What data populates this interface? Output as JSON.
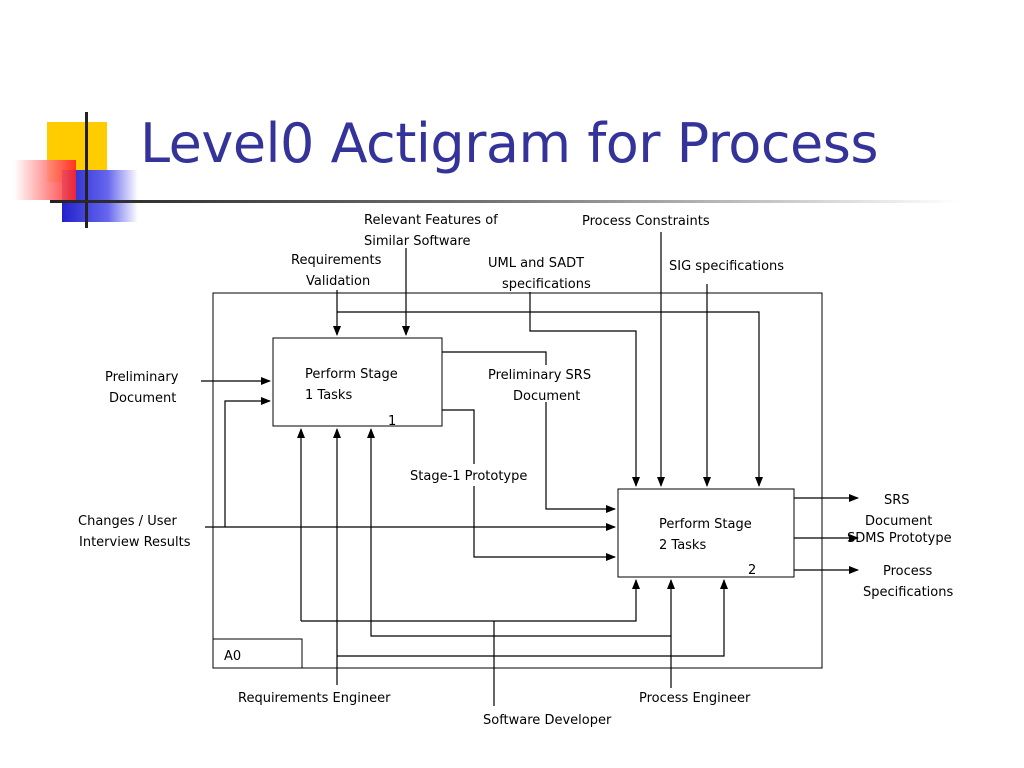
{
  "slide": {
    "title": "Level0 Actigram for Process"
  },
  "diagram": {
    "activities": [
      {
        "line1": "Perform Stage",
        "line2": "1 Tasks",
        "number": "1"
      },
      {
        "line1": "Perform Stage",
        "line2": "2 Tasks",
        "number": "2"
      }
    ],
    "context_label": "A0",
    "controls": {
      "relevant_features": [
        "Relevant Features of",
        "Similar Software"
      ],
      "requirements_validation": [
        "Requirements",
        "Validation"
      ],
      "uml_sadt": [
        "UML and SADT",
        "specifications"
      ],
      "process_constraints": "Process Constraints",
      "sig_specifications": "SIG specifications"
    },
    "inputs": {
      "preliminary_document": [
        "Preliminary",
        "Document"
      ],
      "changes_user_interview": [
        "Changes / User",
        "Interview Results"
      ]
    },
    "intermediates": {
      "preliminary_srs": [
        "Preliminary SRS",
        "Document"
      ],
      "stage1_prototype": "Stage-1 Prototype"
    },
    "outputs": {
      "srs_document": [
        "SRS",
        "Document"
      ],
      "sdms_prototype": "SDMS Prototype",
      "process_specifications": [
        "Process",
        "Specifications"
      ]
    },
    "mechanisms": {
      "requirements_engineer": "Requirements Engineer",
      "software_developer": "Software Developer",
      "process_engineer": "Process Engineer"
    },
    "colors": {
      "title": "#333399",
      "deco_yellow": "#ffcc00",
      "deco_blue": "#3333cc",
      "deco_red": "#ff3333",
      "lines": "#000000"
    }
  }
}
